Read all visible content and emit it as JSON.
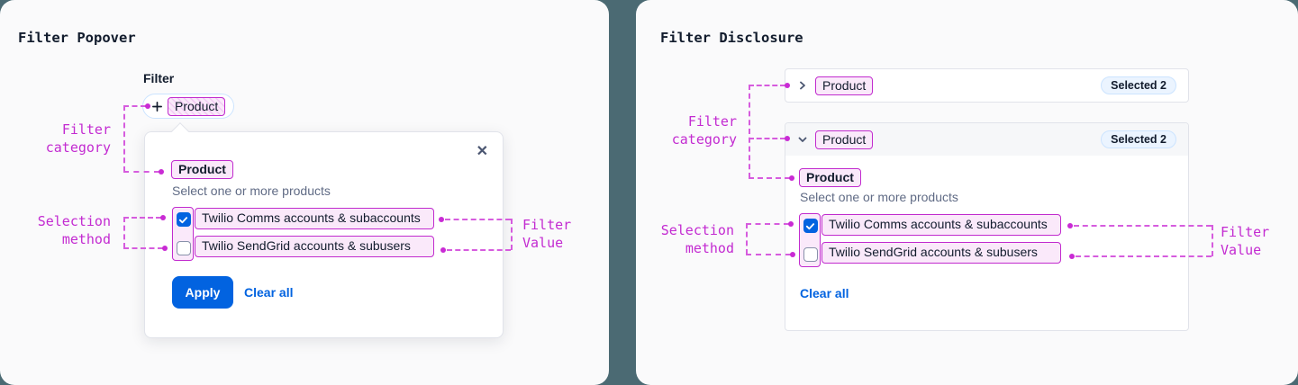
{
  "colors": {
    "background": "#4B6A73",
    "card": "#FAFAFB",
    "accent_blue": "#0263E0",
    "annotation_magenta": "#C32BD1",
    "annotation_pink_fill": "#FAE9FA",
    "badge_blue_fill": "#EBF4FF",
    "text_primary": "#121C2D",
    "text_secondary": "#606B85"
  },
  "annotations": {
    "filter_category": {
      "line1": "Filter",
      "line2": "category"
    },
    "selection_method": {
      "line1": "Selection",
      "line2": "method"
    },
    "filter_value": {
      "line1": "Filter",
      "line2": "Value"
    }
  },
  "left_panel": {
    "title": "Filter Popover",
    "filter_label": "Filter",
    "pill_chip": "Product",
    "popover": {
      "close_icon": "✕",
      "category_label": "Product",
      "helper": "Select one or more products",
      "options": [
        {
          "label": "Twilio Comms accounts & subaccounts",
          "checked": true
        },
        {
          "label": "Twilio SendGrid accounts & subusers",
          "checked": false
        }
      ],
      "apply_label": "Apply",
      "clear_label": "Clear all"
    }
  },
  "right_panel": {
    "title": "Filter Disclosure",
    "rows": [
      {
        "chip": "Product",
        "badge": "Selected 2"
      },
      {
        "chip": "Product",
        "badge": "Selected 2"
      }
    ],
    "expanded": {
      "category_label": "Product",
      "helper": "Select one or more products",
      "options": [
        {
          "label": "Twilio Comms accounts & subaccounts",
          "checked": true
        },
        {
          "label": "Twilio SendGrid accounts & subusers",
          "checked": false
        }
      ],
      "clear_label": "Clear all"
    }
  }
}
